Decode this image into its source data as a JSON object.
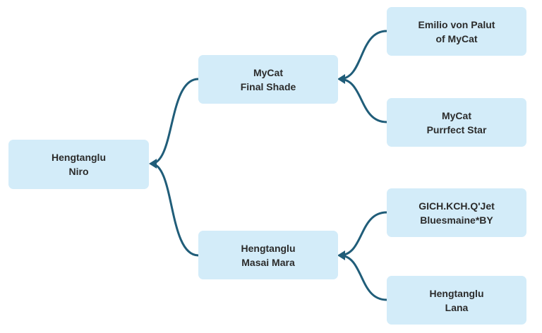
{
  "nodes": {
    "root": {
      "line1": "Hengtanglu",
      "line2": "Niro"
    },
    "sire": {
      "line1": "MyCat",
      "line2": "Final Shade"
    },
    "dam": {
      "line1": "Hengtanglu",
      "line2": "Masai Mara"
    },
    "sire_sire": {
      "line1": "Emilio von Palut",
      "line2": "of MyCat"
    },
    "sire_dam": {
      "line1": "MyCat",
      "line2": "Purrfect Star"
    },
    "dam_sire": {
      "line1": "GICH.KCH.Q'Jet",
      "line2": "Bluesmaine*BY"
    },
    "dam_dam": {
      "line1": "Hengtanglu",
      "line2": "Lana"
    }
  },
  "colors": {
    "node_fill": "#d3ecf9",
    "connector": "#205d79",
    "text": "#2b2b2b"
  }
}
